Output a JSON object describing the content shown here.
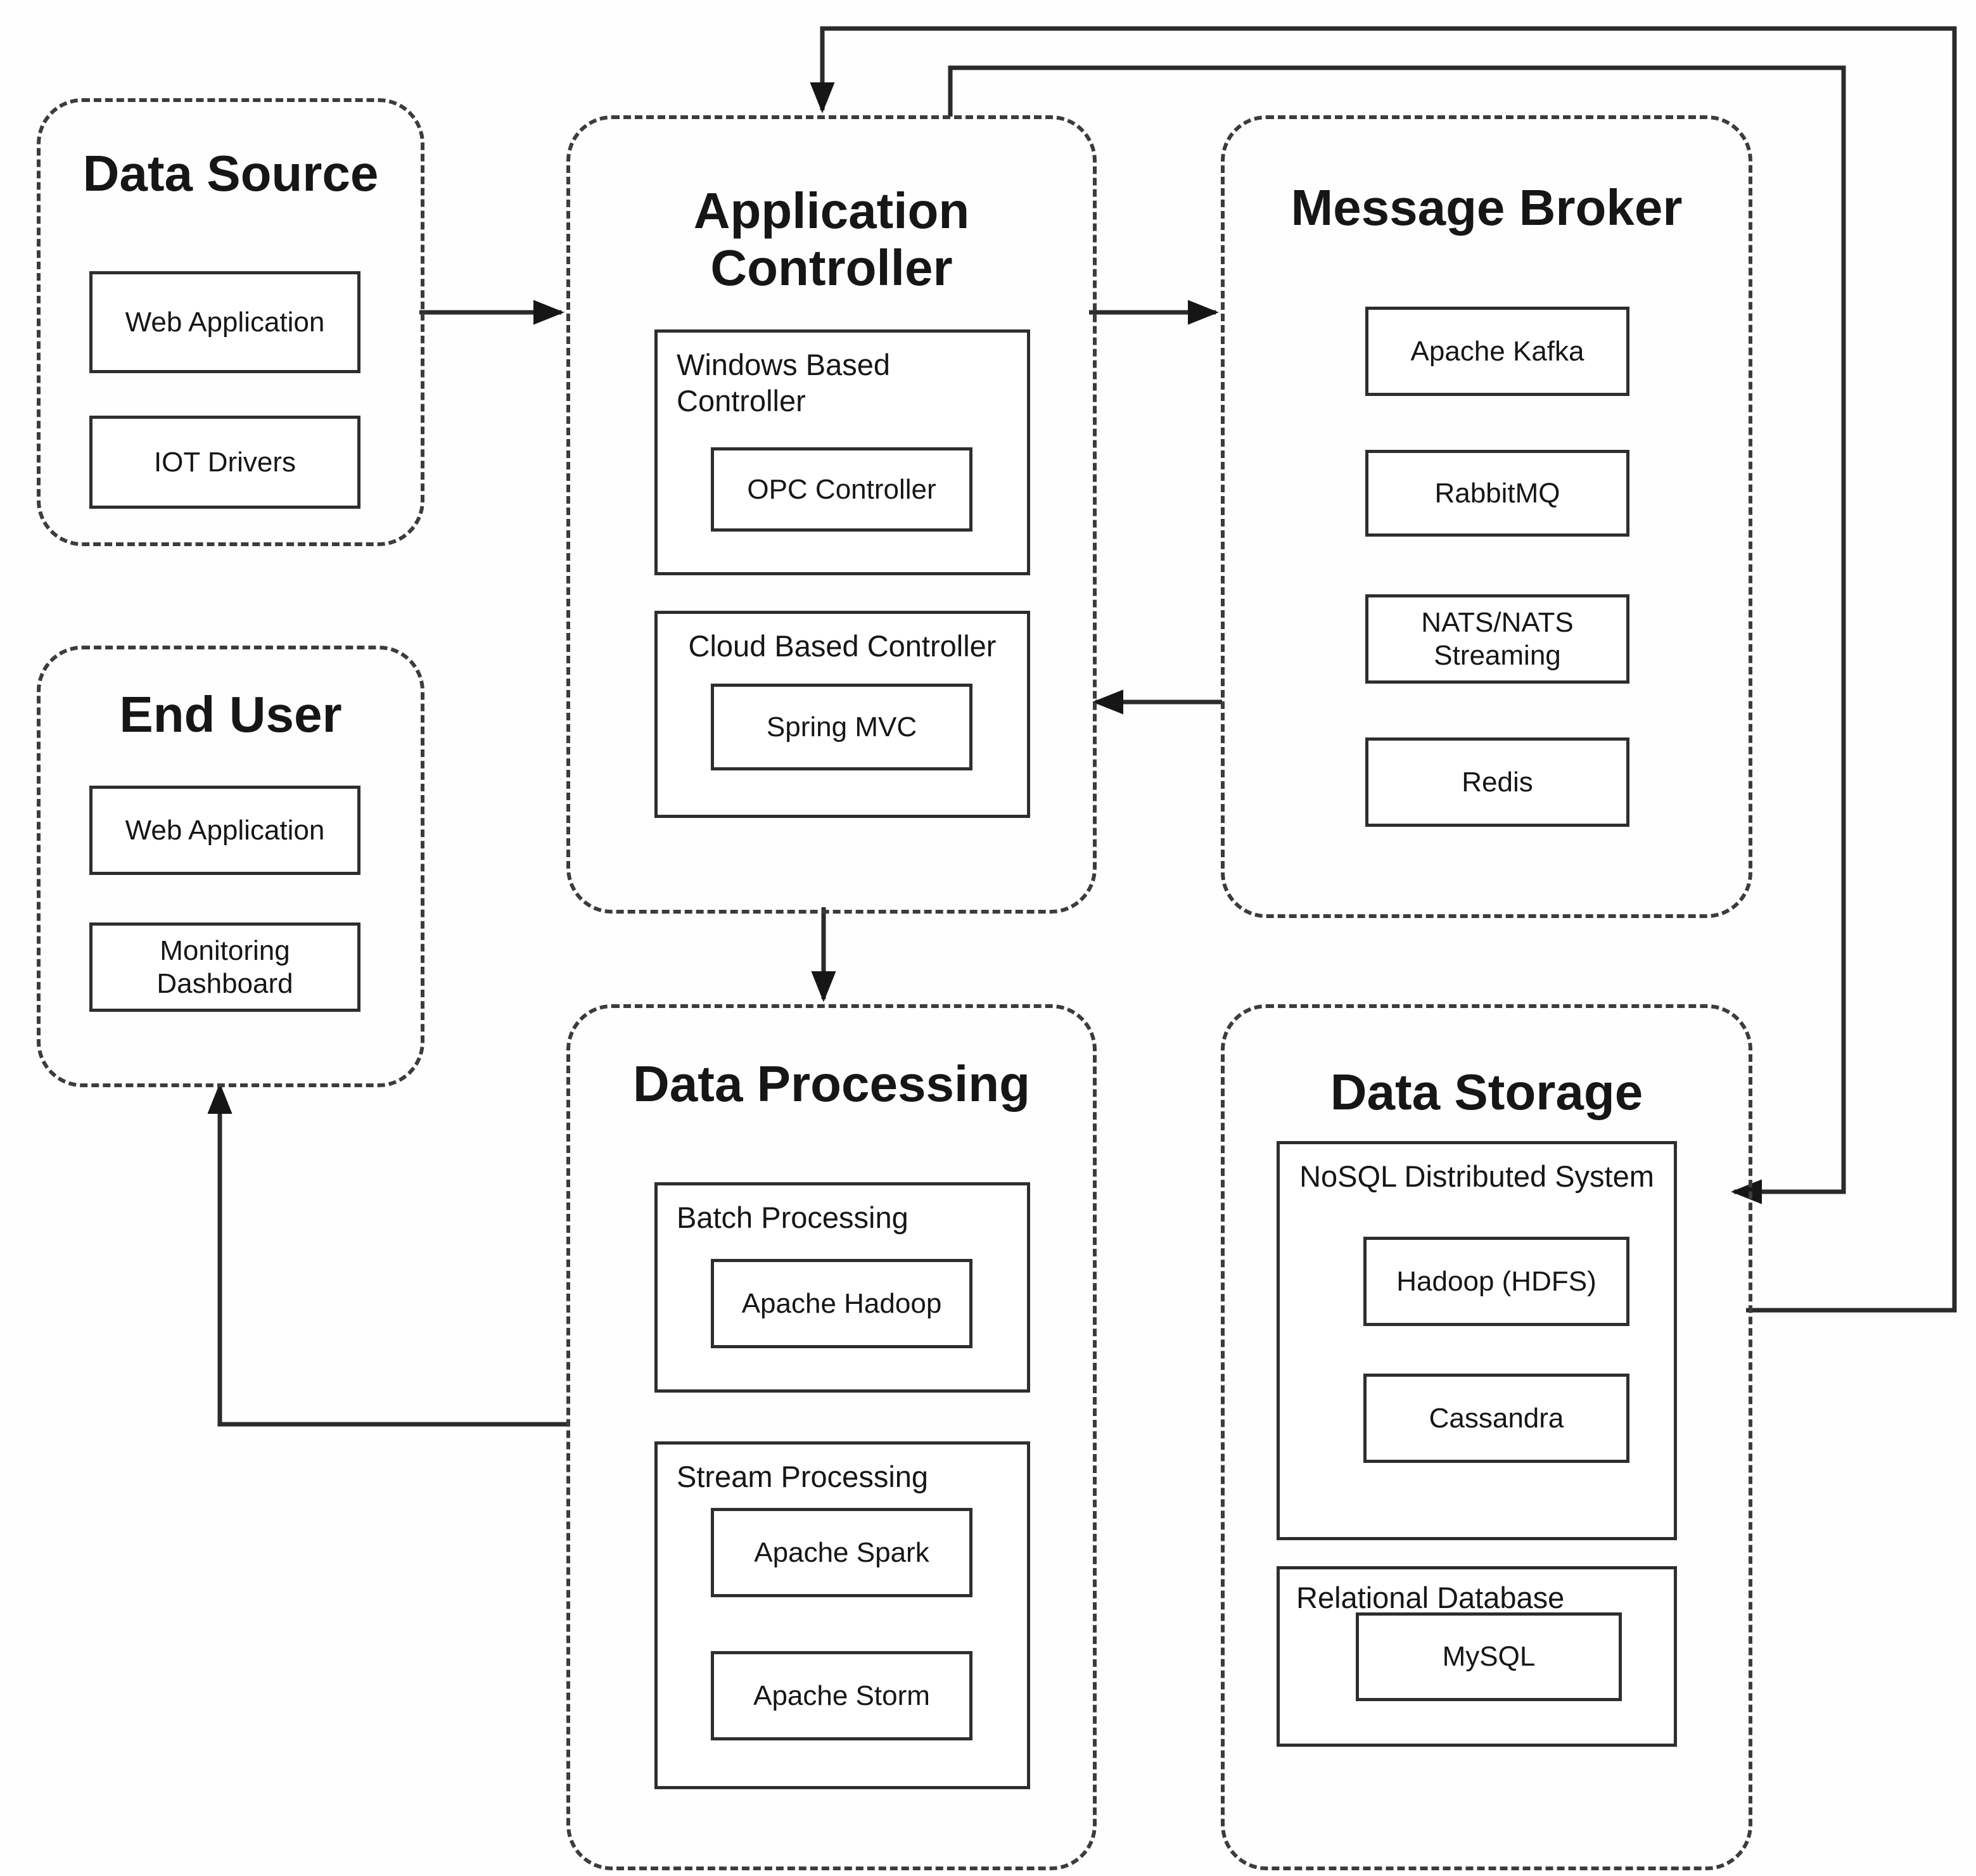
{
  "diagram_title": "",
  "groups": {
    "data_source": {
      "title": "Data Source",
      "web_application": "Web Application",
      "iot_drivers": "IOT Drivers"
    },
    "application_controller": {
      "title": "Application Controller",
      "windows_label": "Windows Based Controller",
      "opc": "OPC Controller",
      "cloud_label": "Cloud Based Controller",
      "spring": "Spring MVC"
    },
    "message_broker": {
      "title": "Message Broker",
      "kafka": "Apache Kafka",
      "rabbitmq": "RabbitMQ",
      "nats": "NATS/NATS Streaming",
      "redis": "Redis"
    },
    "end_user": {
      "title": "End User",
      "web_application": "Web Application",
      "monitoring_dashboard": "Monitoring Dashboard"
    },
    "data_processing": {
      "title": "Data Processing",
      "batch_label": "Batch Processing",
      "hadoop": "Apache Hadoop",
      "stream_label": "Stream Processing",
      "spark": "Apache Spark",
      "storm": "Apache Storm"
    },
    "data_storage": {
      "title": "Data Storage",
      "nosql_label": "NoSQL Distributed System",
      "hdfs": "Hadoop (HDFS)",
      "cassandra": "Cassandra",
      "relational_label": "Relational Database",
      "mysql": "MySQL"
    }
  },
  "colors": {
    "line": "#2b2b2b",
    "arrowhead": "#161616",
    "border_dashed": "#3c3c3c",
    "background": "#fefefe",
    "text": "#161616"
  },
  "edges": [
    {
      "id": "data-source-to-app-controller",
      "from": "Data Source",
      "to": "Application Controller"
    },
    {
      "id": "app-controller-to-message-broker",
      "from": "Application Controller",
      "to": "Message Broker"
    },
    {
      "id": "message-broker-to-app-controller",
      "from": "Message Broker",
      "to": "Application Controller"
    },
    {
      "id": "app-controller-to-data-processing",
      "from": "Application Controller",
      "to": "Data Processing"
    },
    {
      "id": "data-processing-to-end-user",
      "from": "Data Processing",
      "to": "End User"
    },
    {
      "id": "app-controller-to-data-storage",
      "from": "Application Controller",
      "to": "Data Storage"
    },
    {
      "id": "data-storage-to-app-controller",
      "from": "Data Storage",
      "to": "Application Controller"
    }
  ]
}
